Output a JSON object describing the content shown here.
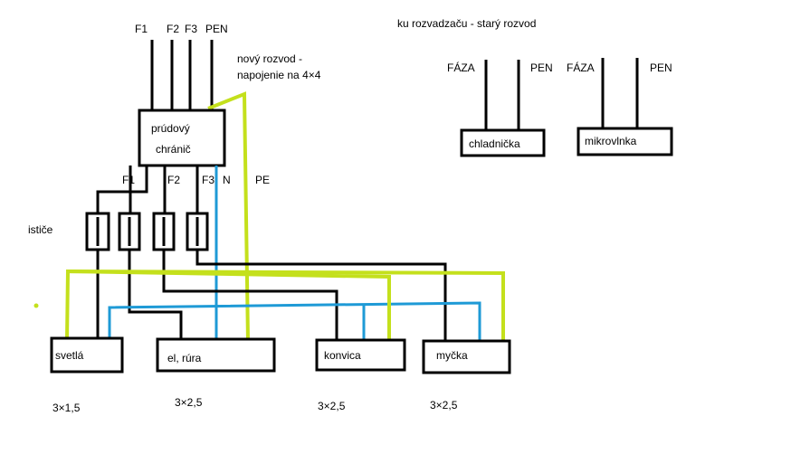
{
  "colors": {
    "background": "#ffffff",
    "wire_black": "#000000",
    "wire_blue_neutral": "#1e9ad6",
    "wire_green_pe": "#c4e01c"
  },
  "supply": {
    "f1": "F1",
    "f2": "F2",
    "f3": "F3",
    "pen": "PEN"
  },
  "new_circuit_note": {
    "line1": "nový rozvod -",
    "line2": "napojenie na 4×4"
  },
  "rcd": {
    "line1": "prúdový",
    "line2": "chránič"
  },
  "rcd_outputs": {
    "f1": "F1",
    "f2": "F2",
    "f3": "F3",
    "n": "N",
    "pe": "PE"
  },
  "breakers_label": "ističe",
  "old_circuit_header": "ku rozvadzaču -  starý  rozvod",
  "old_appliances": [
    {
      "phase": "FÁZA",
      "pen": "PEN",
      "name": "chladnička"
    },
    {
      "phase": "FÁZA",
      "pen": "PEN",
      "name": "mikrovlnka"
    }
  ],
  "loads": [
    {
      "name": "svetlá",
      "cable": "3×1,5"
    },
    {
      "name": "el, rúra",
      "cable": "3×2,5"
    },
    {
      "name": "konvica",
      "cable": "3×2,5"
    },
    {
      "name": "myčka",
      "cable": "3×2,5"
    }
  ]
}
